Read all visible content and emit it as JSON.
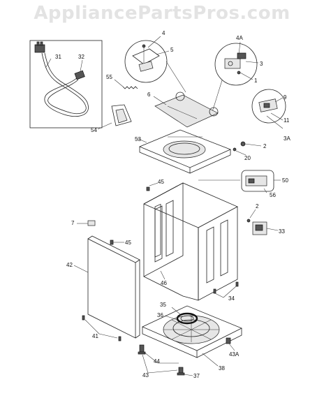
{
  "header": {
    "watermark": "AppliancePartsPros.com"
  },
  "diagram": {
    "callouts": [
      "31",
      "32",
      "4",
      "5",
      "4A",
      "3",
      "1",
      "55",
      "6",
      "9",
      "11",
      "3A",
      "54",
      "53",
      "2",
      "20",
      "45",
      "50",
      "56",
      "2",
      "7",
      "33",
      "45",
      "42",
      "46",
      "34",
      "35",
      "36",
      "41",
      "44",
      "43A",
      "38",
      "43",
      "37"
    ]
  }
}
